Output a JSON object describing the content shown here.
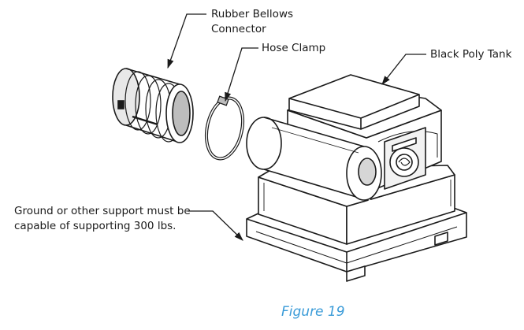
{
  "callouts": {
    "bellows_line1": "Rubber Bellows",
    "bellows_line2": "Connector",
    "hose_clamp": "Hose Clamp",
    "tank": "Black Poly Tank",
    "support_line1": "Ground or other support must be",
    "support_line2": "capable of supporting 300 lbs."
  },
  "caption": "Figure 19",
  "colors": {
    "caption": "#3a9bd8",
    "ink": "#1a1a1a",
    "shade": "#bdbdbd"
  }
}
